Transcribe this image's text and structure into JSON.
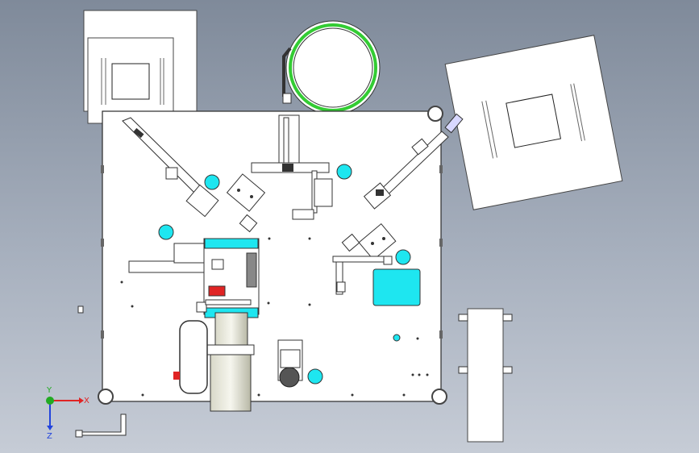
{
  "view": {
    "background": "#9aa4b3",
    "plate_color": "#ffffff",
    "outline_color": "#2a2a2a",
    "accent_cyan": "#1ee6f0",
    "accent_green": "#33cc33",
    "accent_red": "#e02424",
    "shadow_gray": "#5c5c5c"
  },
  "triad": {
    "x_label": "X",
    "y_label": "Y",
    "z_label": "Z",
    "x_color": "#e02424",
    "y_color": "#22aa22",
    "z_color": "#2244dd"
  }
}
